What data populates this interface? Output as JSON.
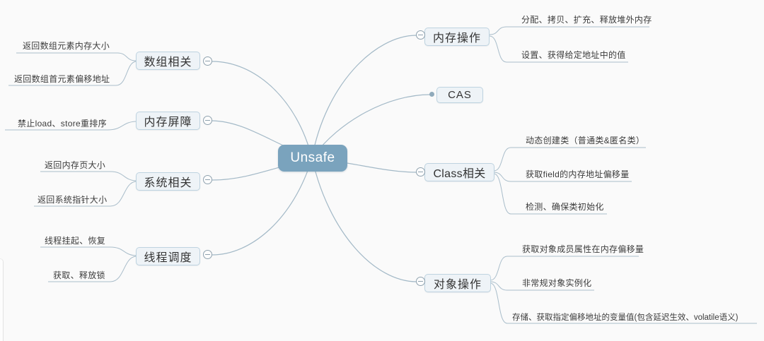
{
  "app": {
    "type": "mindmap"
  },
  "colors": {
    "background": "#fafafa",
    "root_fill": "#7aa3bd",
    "root_text": "#ffffff",
    "branch_fill": "#eef3f7",
    "branch_border": "#bed3e0",
    "line": "#a3b9c7",
    "text": "#3c3c3c"
  },
  "root": {
    "label": "Unsafe"
  },
  "branches": [
    {
      "id": "array",
      "label": "数组相关",
      "side": "left",
      "children": [
        "返回数组元素内存大小",
        "返回数组首元素偏移地址"
      ]
    },
    {
      "id": "memory-barrier",
      "label": "内存屏障",
      "side": "left",
      "children": [
        "禁止load、store重排序"
      ]
    },
    {
      "id": "system",
      "label": "系统相关",
      "side": "left",
      "children": [
        "返回内存页大小",
        "返回系统指针大小"
      ]
    },
    {
      "id": "thread-schedule",
      "label": "线程调度",
      "side": "left",
      "children": [
        "线程挂起、恢复",
        "获取、释放锁"
      ]
    },
    {
      "id": "memory-op",
      "label": "内存操作",
      "side": "right",
      "children": [
        "分配、拷贝、扩充、释放堆外内存",
        "设置、获得给定地址中的值"
      ]
    },
    {
      "id": "cas",
      "label": "CAS",
      "side": "right",
      "children": []
    },
    {
      "id": "class",
      "label": "Class相关",
      "side": "right",
      "children": [
        "动态创建类（普通类&匿名类）",
        "获取field的内存地址偏移量",
        "检测、确保类初始化"
      ]
    },
    {
      "id": "object-op",
      "label": "对象操作",
      "side": "right",
      "children": [
        "获取对象成员属性在内存偏移量",
        "非常规对象实例化",
        "存储、获取指定偏移地址的变量值(包含延迟生效、volatile语义)"
      ]
    }
  ]
}
